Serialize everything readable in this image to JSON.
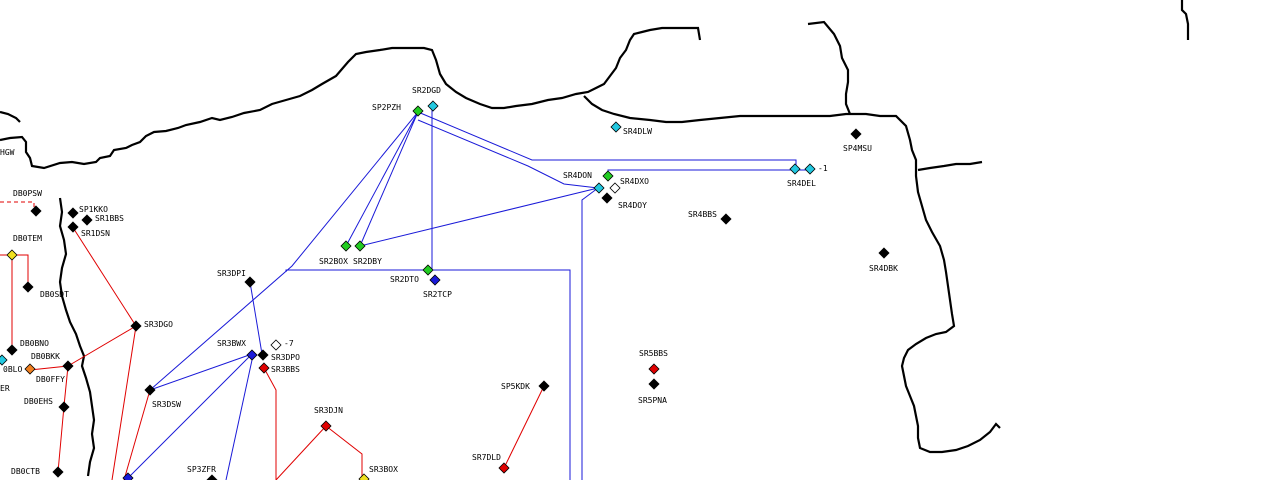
{
  "map": {
    "colors": {
      "black": "#000000",
      "green": "#22cc22",
      "cyan": "#22c8e0",
      "blue": "#1a1ad8",
      "red": "#e00000",
      "yellow": "#f0e020",
      "orange": "#f08020",
      "white": "#ffffff",
      "link_blue": "#1a1ad8",
      "link_red": "#e00000"
    },
    "labels": {
      "sr2dgd": "SR2DGD",
      "sp2pzh": "SP2PZH",
      "sr4dlw": "SR4DLW",
      "sp4msu": "SP4MSU",
      "sr4don": "SR4DON",
      "sr4dxo": "SR4DXO",
      "sr4del": "SR4DEL",
      "sr4del_suffix": "-1",
      "sr4doy": "SR4DOY",
      "sr4bbs": "SR4BBS",
      "sr4dbk": "SR4DBK",
      "sr2box": "SR2BOX",
      "sr2dby": "SR2DBY",
      "sr2dto": "SR2DTO",
      "sr2tcp": "SR2TCP",
      "sr3dpi": "SR3DPI",
      "sr3bwx": "SR3BWX",
      "sr3bwx_suffix": "-7",
      "sr3dpo": "SR3DPO",
      "sr3bbs": "SR3BBS",
      "sr3dgo": "SR3DGO",
      "sr3dsw": "SR3DSW",
      "sr3djn": "SR3DJN",
      "sr3box": "SR3BOX",
      "sp3zfr": "SP3ZFR",
      "sr5bbs": "SR5BBS",
      "sr5pna": "SR5PNA",
      "sp5kdk": "SP5KDK",
      "sr7dld": "SR7DLD",
      "db0psw": "DB0PSW",
      "sp1kko": "SP1KKO",
      "sr1bbs": "SR1BBS",
      "sr1dsn": "SR1DSN",
      "db0tem": "DB0TEM",
      "db0sdt": "DB0SDT",
      "db0bno": "DB0BNO",
      "db0bkk": "DB0BKK",
      "db0ffy": "DB0FFY",
      "db0ehs": "DB0EHS",
      "db0ctb": "DB0CTB",
      "hgw_partial": "HGW",
      "blo_partial": "0BLO",
      "er_partial": "ER"
    }
  }
}
